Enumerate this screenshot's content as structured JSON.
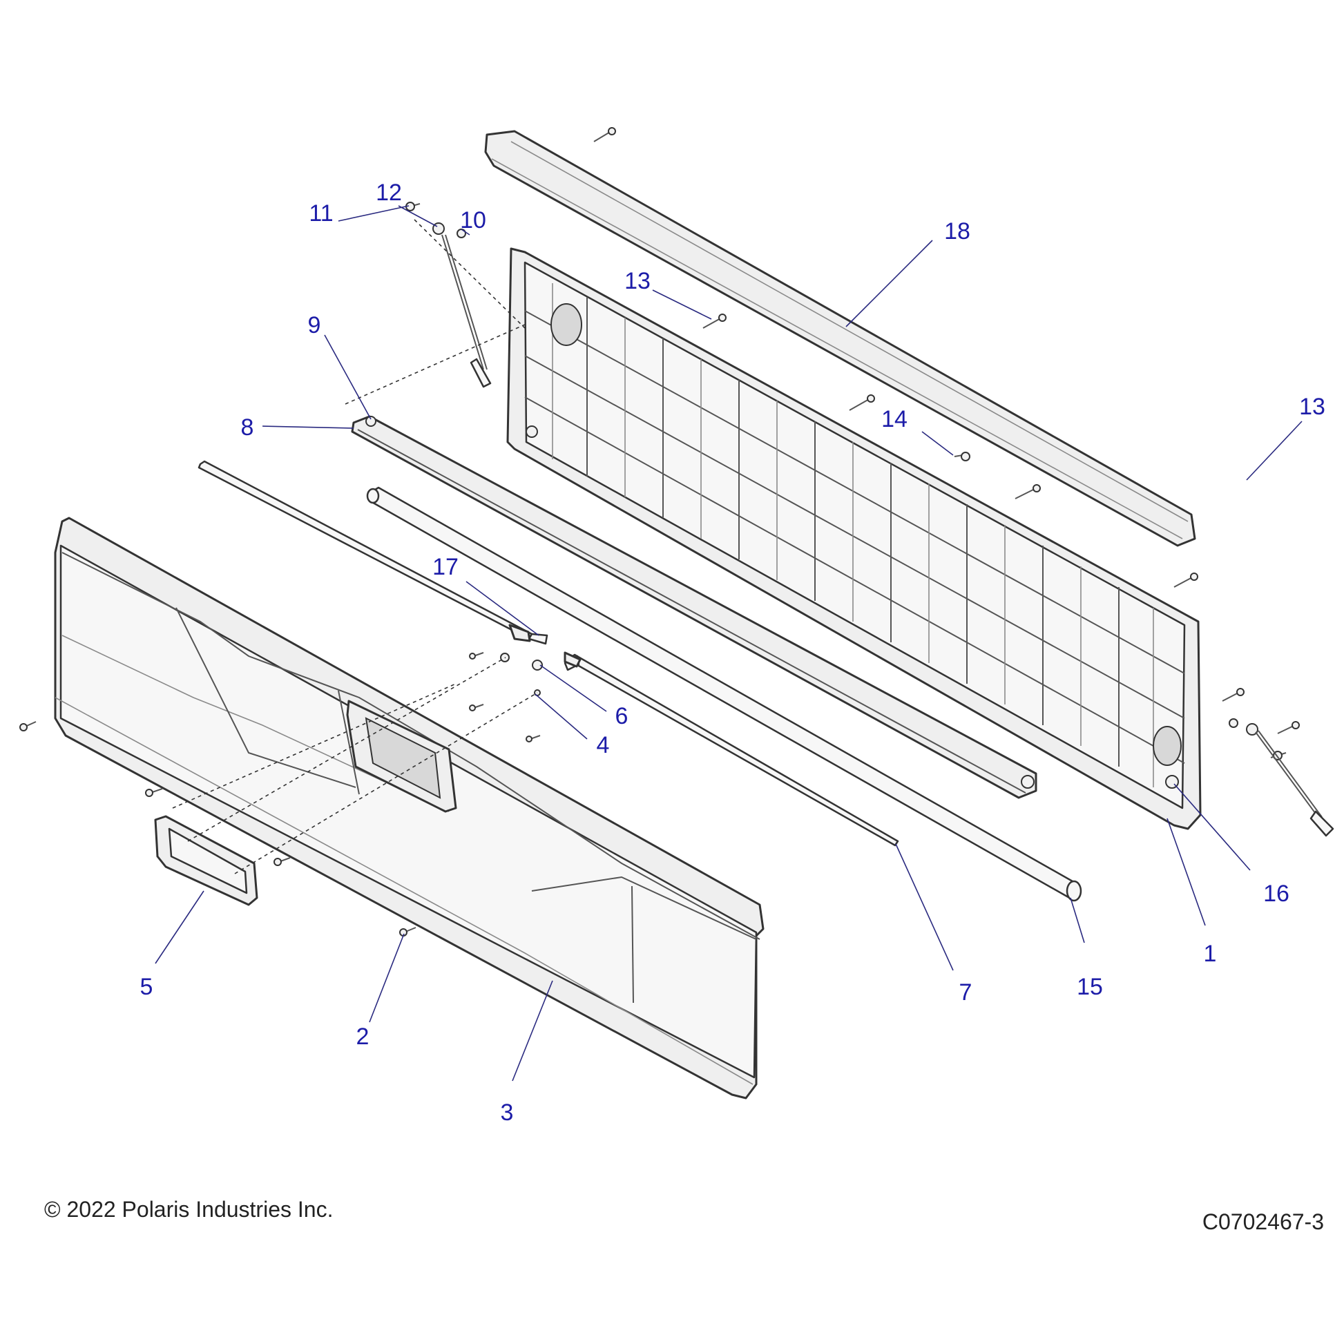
{
  "callouts": [
    {
      "id": "c1",
      "text": "1"
    },
    {
      "id": "c2",
      "text": "2"
    },
    {
      "id": "c3",
      "text": "3"
    },
    {
      "id": "c4",
      "text": "4"
    },
    {
      "id": "c5",
      "text": "5"
    },
    {
      "id": "c6",
      "text": "6"
    },
    {
      "id": "c7",
      "text": "7"
    },
    {
      "id": "c8",
      "text": "8"
    },
    {
      "id": "c9",
      "text": "9"
    },
    {
      "id": "c10",
      "text": "10"
    },
    {
      "id": "c11",
      "text": "11"
    },
    {
      "id": "c12",
      "text": "12"
    },
    {
      "id": "c13a",
      "text": "13"
    },
    {
      "id": "c13b",
      "text": "13"
    },
    {
      "id": "c14",
      "text": "14"
    },
    {
      "id": "c15",
      "text": "15"
    },
    {
      "id": "c16",
      "text": "16"
    },
    {
      "id": "c17",
      "text": "17"
    },
    {
      "id": "c18",
      "text": "18"
    }
  ],
  "footer": {
    "copyright": "© 2022 Polaris Industries Inc.",
    "diagram_code": "C0702467-3"
  },
  "colors": {
    "callout": "#1c1ca8",
    "outline": "#333333",
    "fill": "#efefef"
  }
}
